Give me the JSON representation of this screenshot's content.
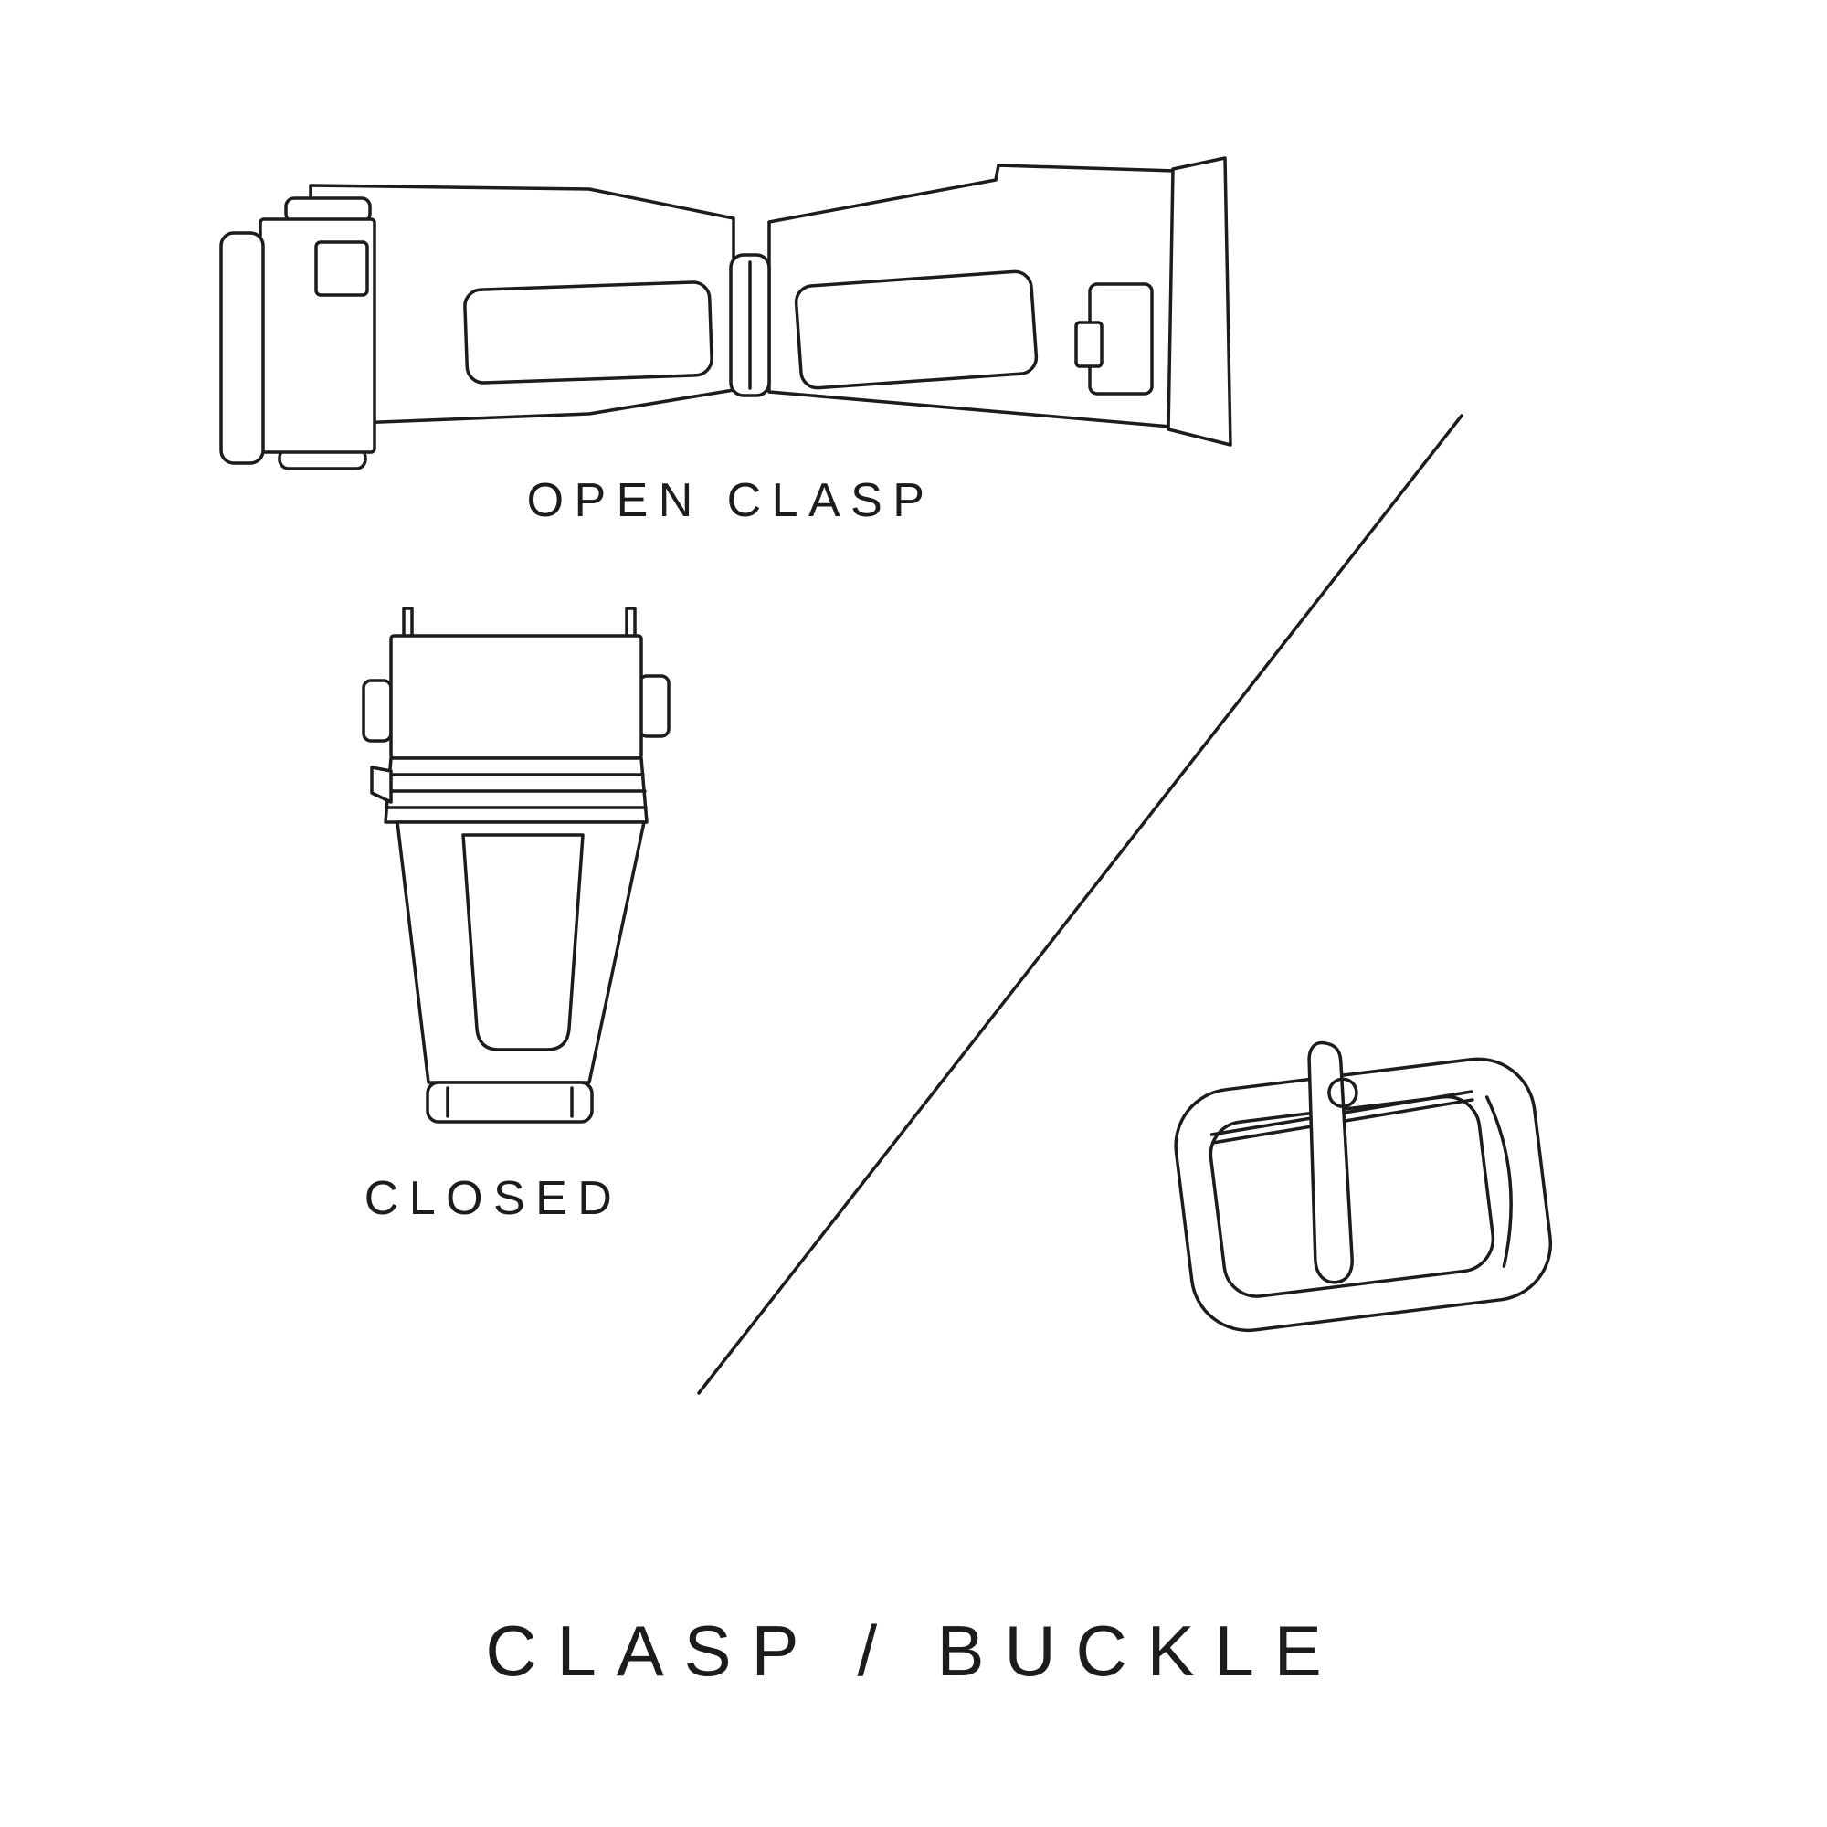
{
  "diagram": {
    "title": "CLASP / BUCKLE",
    "labels": {
      "open_clasp": "OPEN CLASP",
      "closed": "CLOSED"
    },
    "colors": {
      "line": "#1c1c1c",
      "text": "#1c1c1c",
      "background": "#ffffff"
    },
    "illustrations": {
      "open_clasp": "open-deployant-clasp-icon",
      "closed": "closed-deployant-clasp-icon",
      "buckle": "pin-buckle-icon",
      "divider": "diagonal-divider-line"
    }
  }
}
